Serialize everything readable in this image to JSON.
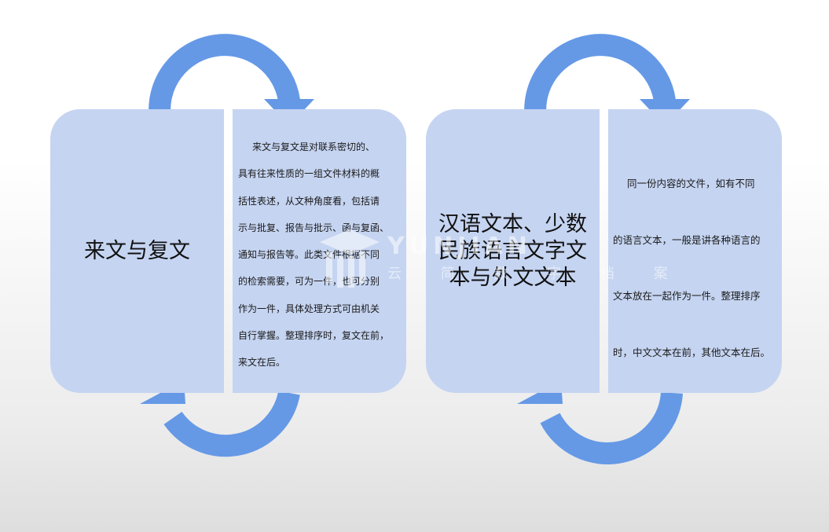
{
  "colors": {
    "panel": "#c5d4f1",
    "arrow": "#6599e6",
    "background": "#ffffff"
  },
  "left_card": {
    "title": "来文与复文",
    "paragraphs": [
      "来文与复文是对联系密切的、",
      "具有往来性质的一组文件材料的概",
      "括性表述，从文种角度看，包括请",
      "示与批复、报告与批示、函与复函、",
      "通知与报告等。此类文件根据不同",
      "的检索需要，可为一件，也可分别",
      "作为一件，具体处理方式可由机关",
      "自行掌握。整理排序时，复文在前，",
      "来文在后。"
    ]
  },
  "right_card": {
    "title": [
      "汉语文本、少数",
      "民族语言文字文",
      "本与外文文本"
    ],
    "paragraphs": [
      "同一份内容的文件，如有不同",
      "的语言文本，一般是讲各种语言的",
      "文本放在一起作为一件。整理排序",
      "时，中文文本在前，其他文本在后。"
    ]
  },
  "watermark": {
    "word": "YUNJIAN",
    "sub": "云 简 数 字 档 案"
  }
}
